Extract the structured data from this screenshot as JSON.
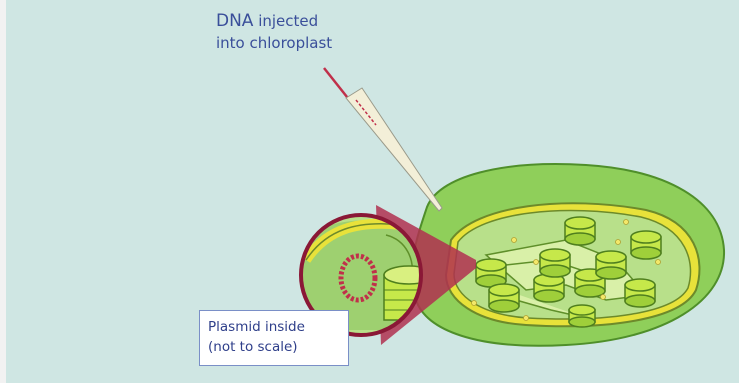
{
  "labels": {
    "dna_line1_big": "DNA",
    "dna_line1_rest": " injected",
    "dna_line2": "into chloroplast",
    "plasmid_line1": "Plasmid inside",
    "plasmid_line2": "(not to scale)"
  },
  "colors": {
    "background": "#cfe6e3",
    "cell": "#8fcf5a",
    "chloroplast_rim": "#e8e23a",
    "stroma": "#b8e08a",
    "grana": "#c6e84a",
    "magnifier_ring": "#8a1836",
    "plasmid": "#c0304a",
    "label_text": "#3a4f9a"
  }
}
